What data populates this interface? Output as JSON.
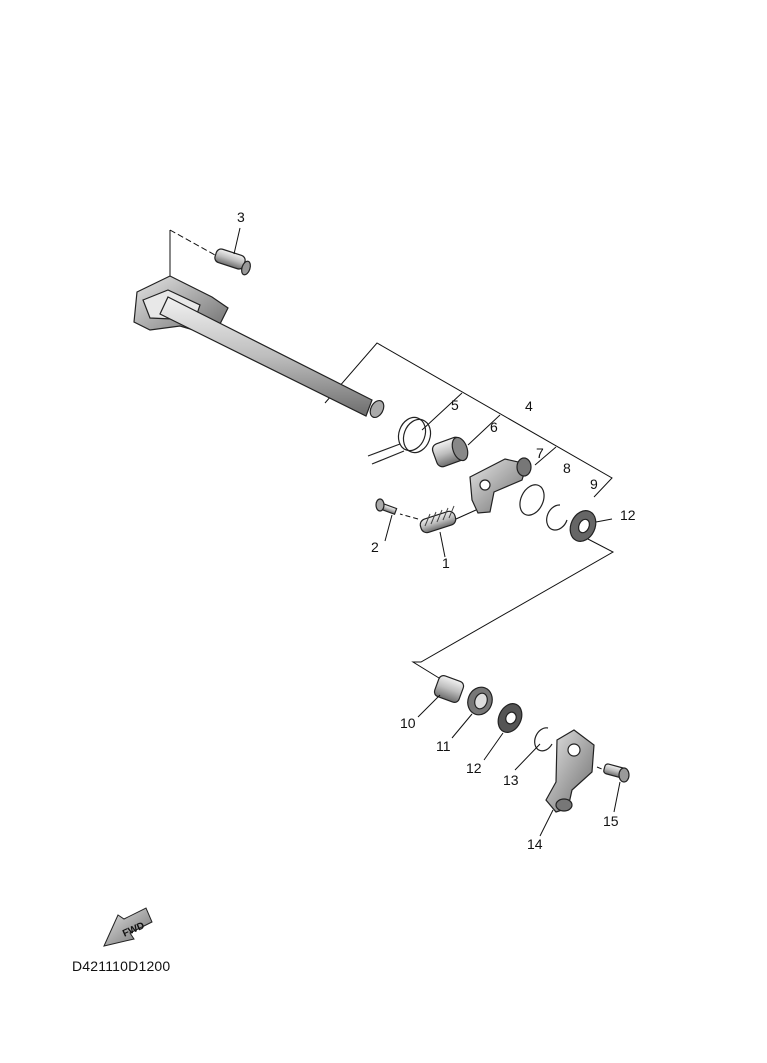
{
  "callouts": [
    "1",
    "2",
    "3",
    "4",
    "5",
    "6",
    "7",
    "8",
    "9",
    "10",
    "11",
    "12",
    "12",
    "13",
    "14",
    "15"
  ],
  "fwd_badge": "FWD",
  "diagram_code": "D421110D1200"
}
